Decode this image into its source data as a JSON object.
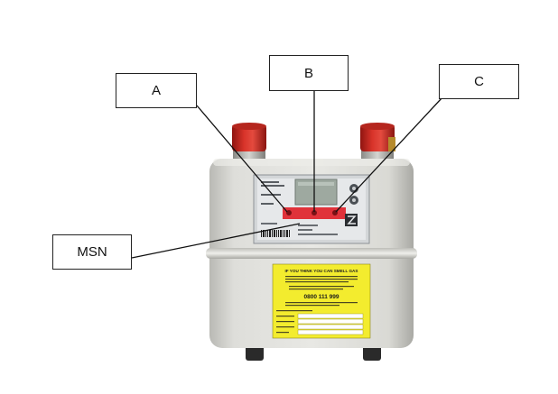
{
  "diagram": {
    "callouts": [
      {
        "id": "A",
        "label": "A"
      },
      {
        "id": "B",
        "label": "B"
      },
      {
        "id": "C",
        "label": "C"
      },
      {
        "id": "MSN",
        "label": "MSN"
      }
    ],
    "meter": {
      "warning_title": "IF YOU THINK YOU CAN SMELL GAS",
      "emergency_number": "0800 111 999"
    },
    "colors": {
      "meter_body": "#dcdcd8",
      "caps": "#c8221c",
      "warning_label": "#f3ec2e",
      "red_strip": "#e0323a",
      "lcd": "#9ea9a0"
    }
  }
}
